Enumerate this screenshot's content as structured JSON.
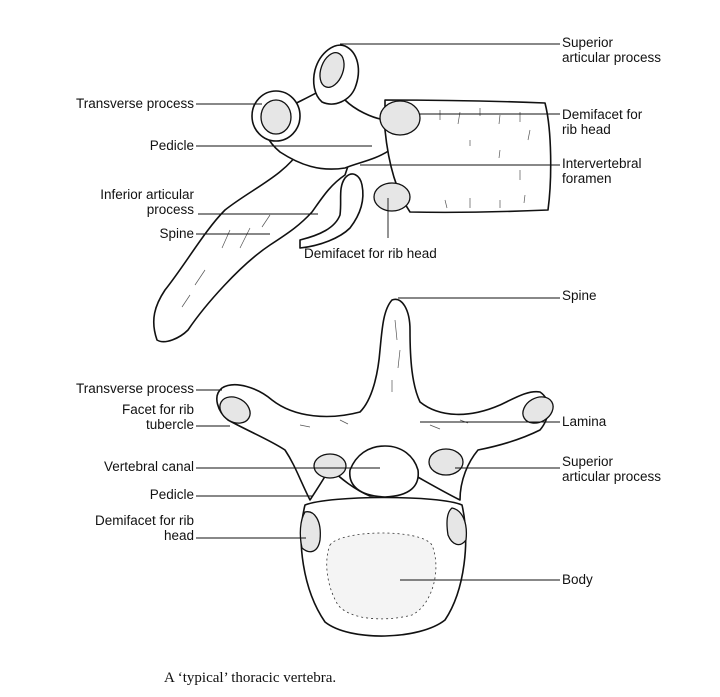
{
  "lateral_view": {
    "labels": {
      "superior_articular_process": [
        "Superior",
        "articular process"
      ],
      "transverse_process": "Transverse process",
      "demifacet_rib_head_upper": [
        "Demifacet for",
        "rib head"
      ],
      "pedicle": "Pedicle",
      "intervertebral_foramen": [
        "Intervertebral",
        "foramen"
      ],
      "inferior_articular_process": [
        "Inferior articular",
        "process"
      ],
      "spine": "Spine",
      "demifacet_rib_head_lower": "Demifacet for rib head"
    }
  },
  "superior_view": {
    "labels": {
      "spine": "Spine",
      "transverse_process": "Transverse process",
      "facet_rib_tubercle": [
        "Facet for rib",
        "tubercle"
      ],
      "lamina": "Lamina",
      "vertebral_canal": "Vertebral canal",
      "superior_articular_process": [
        "Superior",
        "articular process"
      ],
      "pedicle": "Pedicle",
      "demifacet_rib_head": [
        "Demifacet for rib",
        "head"
      ],
      "body": "Body"
    }
  },
  "caption": "A ‘typical’ thoracic vertebra.",
  "colors": {
    "line": "#111111",
    "facet_fill": "#e6e6e6",
    "background": "#ffffff"
  }
}
